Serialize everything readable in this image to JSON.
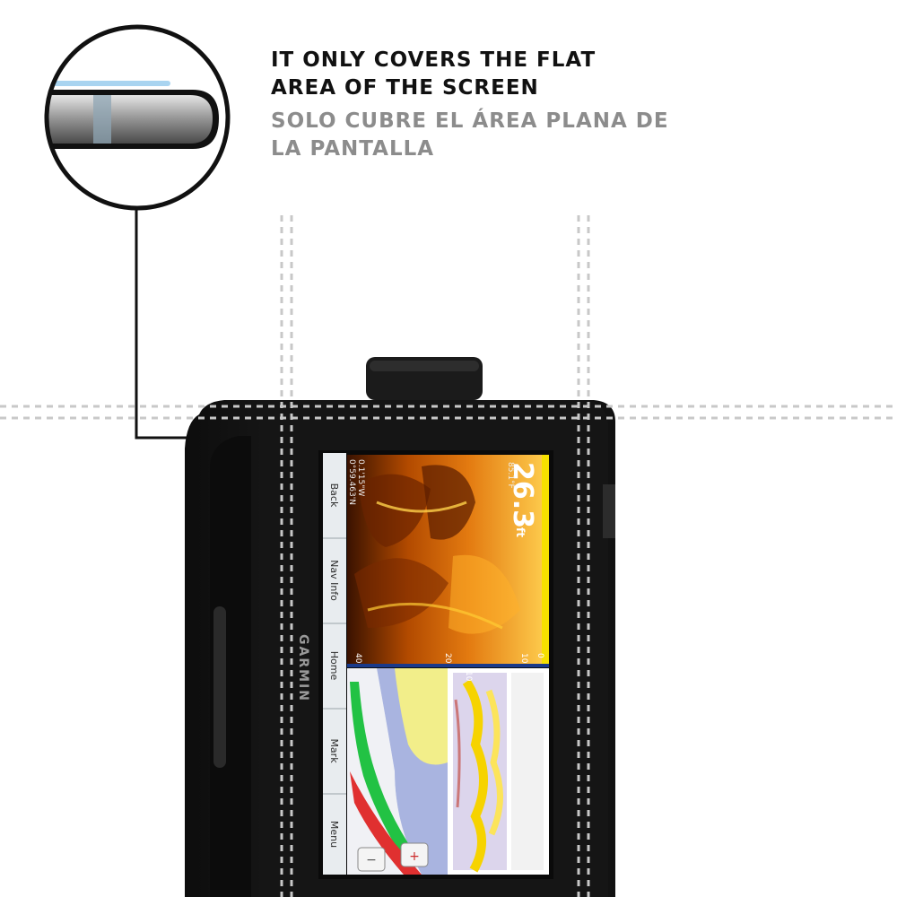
{
  "headline": {
    "english_line1": "IT ONLY COVERS THE FLAT",
    "english_line2": "AREA OF THE SCREEN",
    "spanish_line1": "SOLO CUBRE EL ÁREA PLANA DE",
    "spanish_line2": "LA PANTALLA"
  },
  "device": {
    "brand": "GARMIN",
    "soft_keys": [
      "Back",
      "Nav Info",
      "Home",
      "Mark",
      "Menu"
    ],
    "depth_readout": "26.3",
    "depth_unit": "ft",
    "temp_readout": "85.1°F",
    "position_line1": "0.1'15\"W",
    "position_line2": "0°59.463'N",
    "scale_left": "40",
    "scale_mid": "20",
    "scale_right": "10",
    "scale_mid2": "10",
    "scale_zero": "0"
  },
  "colors": {
    "headline_english": "#111111",
    "headline_spanish": "#8c8c8c",
    "device_body": "#1a1a1a",
    "guide_lines": "#c8c8c8"
  }
}
